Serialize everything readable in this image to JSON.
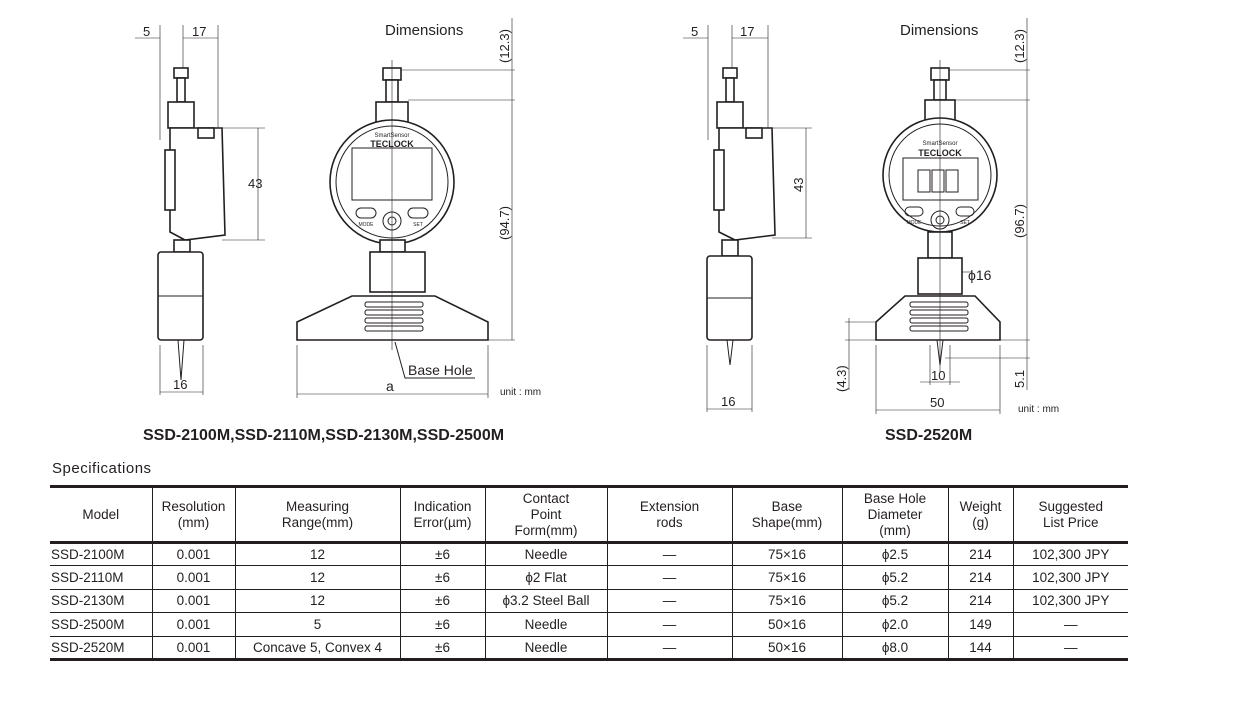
{
  "drawings": [
    {
      "heading": "Dimensions",
      "title": "SSD-2100M,SSD-2110M,SSD-2130M,SSD-2500M",
      "dims": {
        "d5": "5",
        "d17": "17",
        "d43": "43",
        "d16": "16",
        "d12_3": "(12.3)",
        "dtotal": "(94.7)",
        "a": "a"
      },
      "base_hole_label": "Base Hole",
      "unit": "unit : mm",
      "dial": {
        "brand": "TECLOCK",
        "sub_brand": "SmartSensor",
        "mode_label": "MODE",
        "set_label": "SET"
      }
    },
    {
      "heading": "Dimensions",
      "title": "SSD-2520M",
      "dims": {
        "d5": "5",
        "d17": "17",
        "d43": "43",
        "d16": "16",
        "d12_3": "(12.3)",
        "dtotal": "(96.7)",
        "phi16": "ϕ16",
        "d4_3": "(4.3)",
        "d5_1": "5.1",
        "d10": "10",
        "d50": "50"
      },
      "unit": "unit : mm",
      "dial": {
        "brand": "TECLOCK",
        "sub_brand": "SmartSensor",
        "mode_label": "MODE",
        "set_label": "SET"
      }
    }
  ],
  "specifications": {
    "label": "Specifications",
    "headers": [
      [
        "Model"
      ],
      [
        "Resolution",
        "(mm)"
      ],
      [
        "Measuring",
        "Range(mm)"
      ],
      [
        "Indication",
        "Error(µm)"
      ],
      [
        "Contact",
        "Point",
        "Form(mm)"
      ],
      [
        "Extension",
        "rods"
      ],
      [
        "Base",
        "Shape(mm)"
      ],
      [
        "Base Hole",
        "Diameter",
        "(mm)"
      ],
      [
        "Weight",
        "(g)"
      ],
      [
        "Suggested",
        "List Price"
      ]
    ],
    "rows": [
      [
        "SSD-2100M",
        "0.001",
        "12",
        "±6",
        "Needle",
        "—",
        "75×16",
        "ϕ2.5",
        "214",
        "102,300 JPY"
      ],
      [
        "SSD-2110M",
        "0.001",
        "12",
        "±6",
        "ϕ2 Flat",
        "—",
        "75×16",
        "ϕ5.2",
        "214",
        "102,300 JPY"
      ],
      [
        "SSD-2130M",
        "0.001",
        "12",
        "±6",
        "ϕ3.2 Steel Ball",
        "—",
        "75×16",
        "ϕ5.2",
        "214",
        "102,300 JPY"
      ],
      [
        "SSD-2500M",
        "0.001",
        "5",
        "±6",
        "Needle",
        "—",
        "50×16",
        "ϕ2.0",
        "149",
        "—"
      ],
      [
        "SSD-2520M",
        "0.001",
        "Concave 5, Convex 4",
        "±6",
        "Needle",
        "—",
        "50×16",
        "ϕ8.0",
        "144",
        "—"
      ]
    ]
  }
}
